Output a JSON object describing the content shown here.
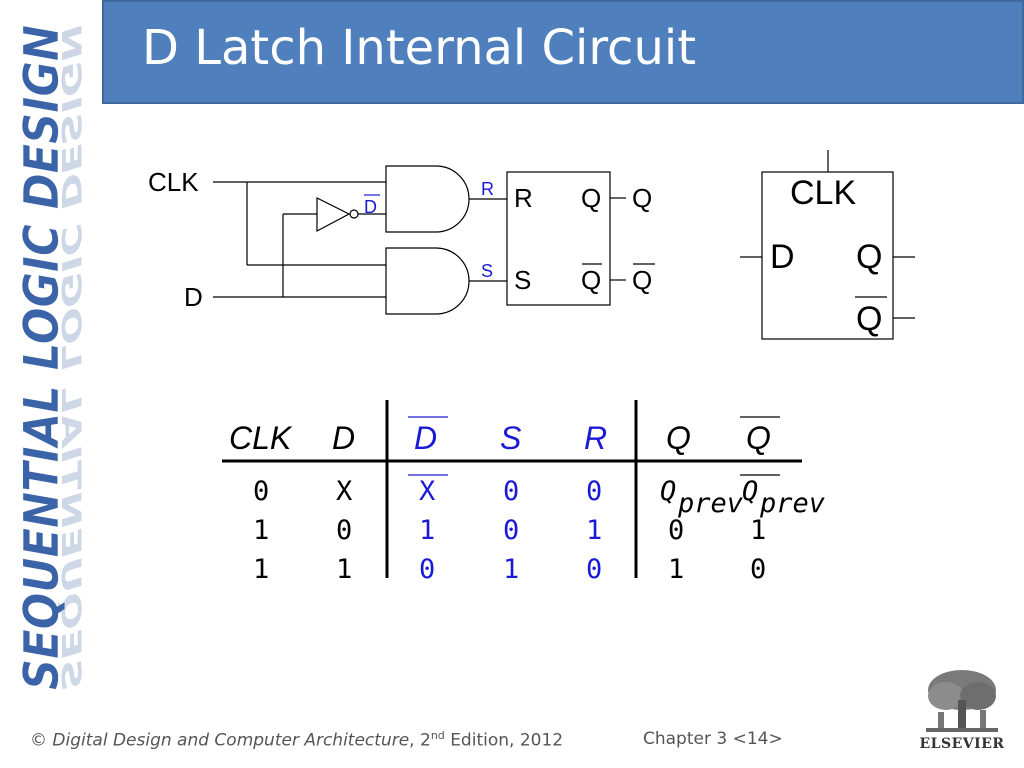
{
  "slide": {
    "title": "D Latch Internal Circuit",
    "side_text": "SEQUENTIAL LOGIC DESIGN"
  },
  "circuit": {
    "input_clk": "CLK",
    "input_d": "D",
    "inverter_out": "D",
    "and_top_out": "R",
    "and_bottom_out": "S",
    "sr_r": "R",
    "sr_s": "S",
    "sr_q": "Q",
    "sr_qbar": "Q",
    "out_q": "Q",
    "out_qbar": "Q"
  },
  "symbol": {
    "clk": "CLK",
    "d": "D",
    "q": "Q",
    "qbar": "Q"
  },
  "truth_table": {
    "headers": [
      "CLK",
      "D",
      "D",
      "S",
      "R",
      "Q",
      "Q"
    ],
    "rows": [
      [
        "0",
        "X",
        "X",
        "0",
        "0",
        "Q",
        "Q"
      ],
      [
        "1",
        "0",
        "1",
        "0",
        "1",
        "0",
        "1"
      ],
      [
        "1",
        "1",
        "0",
        "1",
        "0",
        "1",
        "0"
      ]
    ],
    "prev_subscript": "prev"
  },
  "footer": {
    "copyright_symbol": "©",
    "book": "Digital Design and Computer Architecture",
    "edition_num": "2",
    "edition_sup": "nd",
    "edition_rest": "Edition, 2012",
    "chapter": "Chapter 3 <14>"
  },
  "logo": {
    "name": "ELSEVIER"
  },
  "colors": {
    "title_bg": "#4f7fbd",
    "accent_blue": "#1a1ad6",
    "side_text": "#3a63a8"
  }
}
